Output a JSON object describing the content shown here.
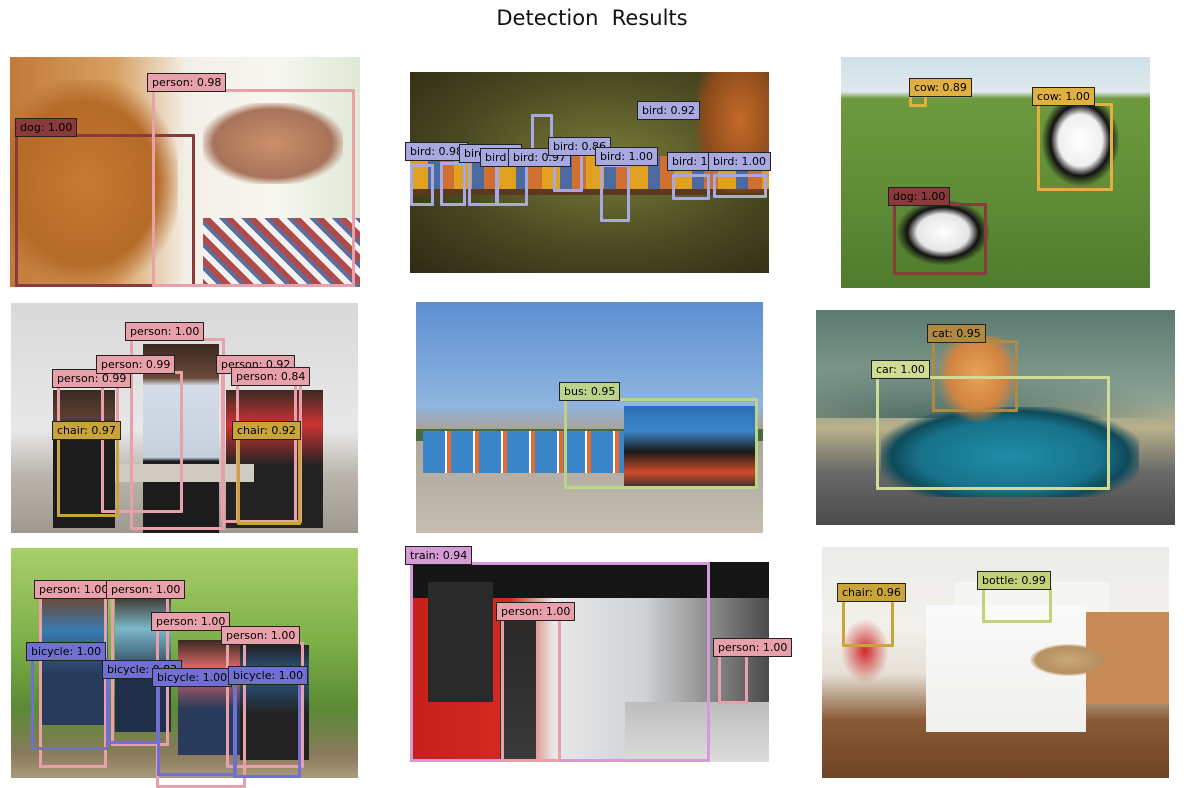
{
  "title": "Detection  Results",
  "class_colors": {
    "person": "#e8a1aa",
    "dog": "#8a3a3a",
    "bird": "#a9a9e2",
    "cow": "#e0b040",
    "chair": "#c9a43a",
    "bus": "#bcd48a",
    "cat": "#b08a40",
    "car": "#cfdc96",
    "bicycle": "#7070d0",
    "train": "#d49bd4",
    "bottle": "#c4d07a"
  },
  "panels": [
    {
      "id": "dog-person",
      "background": "linear-gradient(90deg,#c27a3a 0%,#d8a060 30%,#f2efe6 50%,#f7f7f0 75%,#dfe9d6 100%)",
      "scene": [
        {
          "l": 0,
          "t": 10,
          "w": 48,
          "h": 90,
          "bg": "radial-gradient(ellipse at 45% 50%,#c67a33 0%,#b56a28 55%,rgba(180,110,50,0) 75%)"
        },
        {
          "l": 55,
          "t": 20,
          "w": 40,
          "h": 35,
          "bg": "radial-gradient(ellipse at 50% 50%,#c9906a 0%,#a8735a 60%,rgba(0,0,0,0) 75%)"
        },
        {
          "l": 55,
          "t": 70,
          "w": 45,
          "h": 30,
          "bg": "repeating-linear-gradient(45deg,#b24a4a 0 6px,#f2f2f2 6px 12px,#5a6ea0 12px 16px)"
        }
      ],
      "boxes": [
        {
          "label": "dog: 1.00",
          "cls": "dog"
        },
        {
          "label": "person: 0.98",
          "cls": "person"
        }
      ]
    },
    {
      "id": "birds",
      "background": "radial-gradient(ellipse at 55% 45%,#7a7c38 0%,#4a4a22 55%,#2e2a14 100%)",
      "scene": [
        {
          "l": 0,
          "t": 55,
          "w": 100,
          "h": 6,
          "bg": "#5a3a1e"
        },
        {
          "l": 80,
          "t": 0,
          "w": 20,
          "h": 60,
          "bg": "radial-gradient(ellipse at 60% 40%,#c46a2a 0%,#8a4a1a 60%,rgba(0,0,0,0) 80%)"
        },
        {
          "l": 0,
          "t": 42,
          "w": 100,
          "h": 16,
          "bg": "repeating-linear-gradient(90deg,#e0a020 0 18px,#4a6aa0 18px 30px,#d07030 30px 44px)"
        }
      ],
      "boxes": [
        {
          "label": "bird: 0.98",
          "cls": "bird"
        },
        {
          "label": "bird: 0.92",
          "cls": "bird"
        },
        {
          "label": "bird: 0.98",
          "cls": "bird"
        },
        {
          "label": "bird",
          "cls": "bird"
        },
        {
          "label": "bird: 0.97",
          "cls": "bird"
        },
        {
          "label": "bird: 0.86",
          "cls": "bird"
        },
        {
          "label": "bird: 1.00",
          "cls": "bird"
        },
        {
          "label": "bird: 1.00",
          "cls": "bird"
        },
        {
          "label": "bird: 1.00",
          "cls": "bird"
        }
      ]
    },
    {
      "id": "cows",
      "background": "linear-gradient(180deg,#cfe0ea 0%,#dfe9ee 15%,#6e9a3e 18%,#5f8c36 60%,#4f7c2c 100%)",
      "scene": [
        {
          "l": 65,
          "t": 20,
          "w": 25,
          "h": 36,
          "bg": "radial-gradient(ellipse at 50% 45%,#ffffff 0%,#f0f0f0 40%,#111 55%,rgba(0,0,0,0) 72%)"
        },
        {
          "l": 18,
          "t": 62,
          "w": 30,
          "h": 28,
          "bg": "radial-gradient(ellipse at 50% 50%,#ffffff 0%,#e6e6e6 40%,#111 55%,rgba(0,0,0,0) 72%)"
        }
      ],
      "boxes": [
        {
          "label": "cow: 0.89",
          "cls": "cow"
        },
        {
          "label": "cow: 1.00",
          "cls": "cow"
        },
        {
          "label": "dog: 1.00",
          "cls": "dog"
        }
      ]
    },
    {
      "id": "office",
      "background": "linear-gradient(180deg,#d9d9d9 0%,#e8e8e8 55%,#b9b5ad 75%,#9e9890 100%)",
      "scene": [
        {
          "l": 38,
          "t": 18,
          "w": 22,
          "h": 82,
          "bg": "linear-gradient(180deg,#3a2a22 0%,#6a4a3a 18%,#d5dde8 22%,#c6d0dc 60%,#1c1c1c 62%)"
        },
        {
          "l": 12,
          "t": 38,
          "w": 18,
          "h": 60,
          "bg": "linear-gradient(180deg,#3a2a22 0%,#5a4030 20%,#1c1c1c 30%)"
        },
        {
          "l": 62,
          "t": 38,
          "w": 28,
          "h": 60,
          "bg": "linear-gradient(180deg,#3a2a22 0%,#c33 25%,#222 55%)"
        },
        {
          "l": 30,
          "t": 70,
          "w": 40,
          "h": 8,
          "bg": "#cfcac2"
        }
      ],
      "boxes": [
        {
          "label": "person: 1.00",
          "cls": "person"
        },
        {
          "label": "person: 0.99",
          "cls": "person"
        },
        {
          "label": "person: 0.99",
          "cls": "person"
        },
        {
          "label": "person: 0.92",
          "cls": "person"
        },
        {
          "label": "person: 0.84",
          "cls": "person"
        },
        {
          "label": "chair: 0.97",
          "cls": "chair"
        },
        {
          "label": "chair: 0.92",
          "cls": "chair"
        }
      ]
    },
    {
      "id": "buses",
      "background": "linear-gradient(180deg,#5d8ed0 0%,#8fb6e0 45%,#a9a399 55%,#c4bdb0 100%)",
      "scene": [
        {
          "l": 0,
          "t": 55,
          "w": 100,
          "h": 5,
          "bg": "#4a6a3a"
        },
        {
          "l": 2,
          "t": 56,
          "w": 96,
          "h": 18,
          "bg": "repeating-linear-gradient(90deg,#3a86c9 0 22px,#ffffff 22px 24px,#e66a2a 24px 28px)"
        },
        {
          "l": 60,
          "t": 45,
          "w": 38,
          "h": 36,
          "bg": "linear-gradient(180deg,#2b6fb6 0%,#3a86c9 30%,#1a1a1a 55%,#d04a2a 80%,#2a2a2a 100%)"
        }
      ],
      "boxes": [
        {
          "label": "bus: 0.95",
          "cls": "bus"
        }
      ]
    },
    {
      "id": "cat-car",
      "background": "linear-gradient(180deg,#5a7a70 0%,#89a092 40%,#b9b08a 55%,#6a6a6a 75%,#4a4a4a 100%)",
      "scene": [
        {
          "l": 0,
          "t": 25,
          "w": 100,
          "h": 25,
          "bg": "radial-gradient(ellipse at 30% 100%,#4e6c66 0%,rgba(0,0,0,0) 70%)"
        },
        {
          "l": 18,
          "t": 45,
          "w": 72,
          "h": 42,
          "bg": "radial-gradient(ellipse at 50% 55%,#1e8ea8 0%,#17728a 50%,#0e4a5a 65%,rgba(0,0,0,0) 76%)"
        },
        {
          "l": 34,
          "t": 12,
          "w": 22,
          "h": 40,
          "bg": "radial-gradient(ellipse at 50% 45%,#e7a35a 0%,#d28440 50%,rgba(0,0,0,0) 74%)"
        }
      ],
      "boxes": [
        {
          "label": "cat: 0.95",
          "cls": "cat"
        },
        {
          "label": "car: 1.00",
          "cls": "car"
        }
      ]
    },
    {
      "id": "bicycles",
      "background": "linear-gradient(180deg,#a9cf6a 0%,#7eb04a 40%,#5a8a34 70%,#8a7a5e 90%,#a99a7e 100%)",
      "scene": [
        {
          "l": 8,
          "t": 22,
          "w": 20,
          "h": 55,
          "bg": "linear-gradient(180deg,#6a4a3a 0%,#3a7ab0 25%,#2a3a5a 60%)"
        },
        {
          "l": 30,
          "t": 20,
          "w": 16,
          "h": 60,
          "bg": "linear-gradient(180deg,#3a2a22 0%,#7ab8c8 25%,#20304a 60%)"
        },
        {
          "l": 48,
          "t": 40,
          "w": 18,
          "h": 50,
          "bg": "linear-gradient(180deg,#3a2a22 0%,#e06a6a 25%,#2a3a5a 60%)"
        },
        {
          "l": 66,
          "t": 42,
          "w": 20,
          "h": 50,
          "bg": "linear-gradient(180deg,#222 0%,#2a5a8a 25%,#222 60%)"
        }
      ],
      "boxes": [
        {
          "label": "person: 1.00",
          "cls": "person"
        },
        {
          "label": "person: 1.00",
          "cls": "person"
        },
        {
          "label": "person: 1.00",
          "cls": "person"
        },
        {
          "label": "person: 1.00",
          "cls": "person"
        },
        {
          "label": "bicycle: 1.00",
          "cls": "bicycle"
        },
        {
          "label": "bicycle: 0.83",
          "cls": "bicycle"
        },
        {
          "label": "bicycle: 1.00",
          "cls": "bicycle"
        },
        {
          "label": "bicycle: 1.00",
          "cls": "bicycle"
        }
      ]
    },
    {
      "id": "train",
      "background": "linear-gradient(90deg,#c4201a 0%,#d42a20 28%,#e8e8e8 40%,#cfd3d6 65%,#9a9a9a 80%,#4a4a4a 100%)",
      "scene": [
        {
          "l": 0,
          "t": 0,
          "w": 100,
          "h": 18,
          "bg": "#151515"
        },
        {
          "l": 5,
          "t": 10,
          "w": 18,
          "h": 60,
          "bg": "#2a2a2a"
        },
        {
          "l": 25,
          "t": 20,
          "w": 10,
          "h": 80,
          "bg": "linear-gradient(180deg,#3a2a22 0%,#2a2a2a 20%,#3a3a3a 100%)"
        },
        {
          "l": 60,
          "t": 70,
          "w": 40,
          "h": 30,
          "bg": "linear-gradient(180deg,#bdbdbd 0%,#dcdcdc 100%)"
        }
      ],
      "boxes": [
        {
          "label": "train: 0.94",
          "cls": "train"
        },
        {
          "label": "person: 1.00",
          "cls": "person"
        },
        {
          "label": "person: 1.00",
          "cls": "person"
        }
      ]
    },
    {
      "id": "kitchen",
      "background": "linear-gradient(180deg,#ececea 0%,#f2f0ea 35%,#e6e0d6 55%,#8a5a36 75%,#6e4426 100%)",
      "scene": [
        {
          "l": 38,
          "t": 15,
          "w": 45,
          "h": 25,
          "bg": "#f5f5f2"
        },
        {
          "l": 30,
          "t": 25,
          "w": 46,
          "h": 55,
          "bg": "linear-gradient(180deg,#fafafa 0%,#f0f0ee 100%)"
        },
        {
          "l": 76,
          "t": 28,
          "w": 24,
          "h": 40,
          "bg": "#c88a56"
        },
        {
          "l": 60,
          "t": 42,
          "w": 22,
          "h": 14,
          "bg": "radial-gradient(ellipse,#c9a87a 0%,#b59060 60%,rgba(0,0,0,0) 72%)"
        },
        {
          "l": 5,
          "t": 30,
          "w": 15,
          "h": 30,
          "bg": "radial-gradient(ellipse,#d02a2a 0%,rgba(0,0,0,0) 65%)"
        }
      ],
      "boxes": [
        {
          "label": "chair: 0.96",
          "cls": "chair"
        },
        {
          "label": "bottle: 0.99",
          "cls": "bottle"
        }
      ]
    }
  ]
}
